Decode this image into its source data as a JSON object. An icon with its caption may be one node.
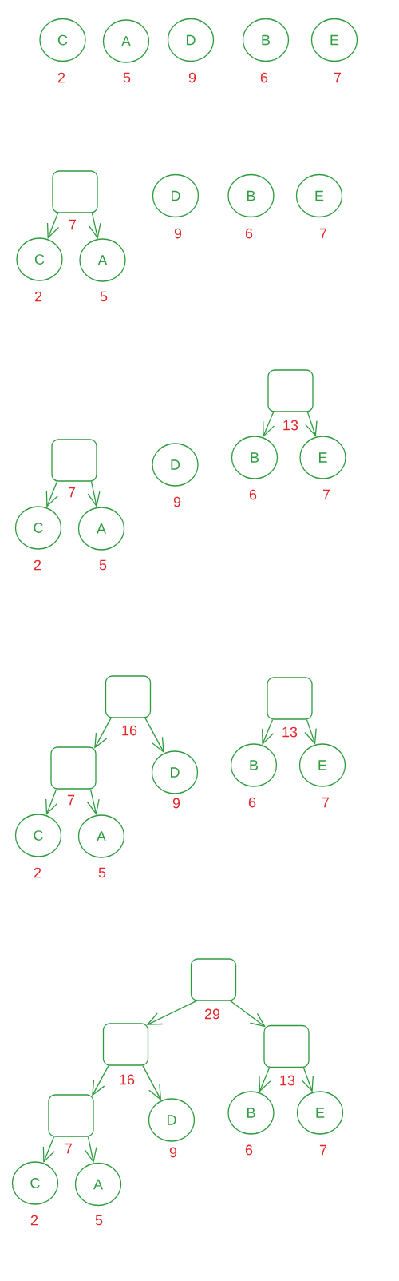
{
  "diagram": {
    "nodes": [
      {
        "text": [
          "C"
        ],
        "beside": [
          "2"
        ]
      },
      {
        "text": [
          "A"
        ],
        "beside": [
          "5"
        ]
      },
      {
        "text": [
          "D"
        ],
        "beside": [
          "9"
        ]
      },
      {
        "text": [
          "B"
        ],
        "beside": [
          "6"
        ]
      },
      {
        "text": [
          "E"
        ],
        "beside": [
          "7"
        ]
      },
      {
        "text": [],
        "shape": "box",
        "beside": [
          "7"
        ]
      },
      {
        "text": [
          "D"
        ],
        "beside": [
          "9"
        ]
      },
      {
        "text": [
          "B"
        ],
        "beside": [
          "6"
        ]
      },
      {
        "text": [
          "E"
        ],
        "beside": [
          "7"
        ]
      },
      {
        "text": [
          "C"
        ],
        "beside": [
          "2"
        ]
      },
      {
        "text": [
          "A"
        ],
        "beside": [
          "5"
        ]
      },
      {
        "text": [],
        "shape": "box",
        "beside": [
          "13"
        ]
      },
      {
        "text": [],
        "shape": "box",
        "beside": [
          "7"
        ]
      },
      {
        "text": [
          "D"
        ],
        "beside": [
          "9"
        ]
      },
      {
        "text": [
          "B"
        ],
        "beside": [
          "6"
        ]
      },
      {
        "text": [
          "E"
        ],
        "beside": [
          "7"
        ]
      },
      {
        "text": [
          "C"
        ],
        "beside": [
          "2"
        ]
      },
      {
        "text": [
          "A"
        ],
        "beside": [
          "5"
        ]
      },
      {
        "text": [],
        "shape": "box",
        "beside": [
          "16"
        ]
      },
      {
        "text": [],
        "shape": "box",
        "beside": [
          "13"
        ]
      },
      {
        "text": [],
        "shape": "box",
        "beside": [
          "7"
        ]
      },
      {
        "text": [
          "D"
        ],
        "beside": [
          "9"
        ]
      },
      {
        "text": [
          "B"
        ],
        "beside": [
          "6"
        ]
      },
      {
        "text": [
          "E"
        ],
        "beside": [
          "7"
        ]
      },
      {
        "text": [
          "C"
        ],
        "beside": [
          "2"
        ]
      },
      {
        "text": [
          "A"
        ],
        "beside": [
          "5"
        ]
      },
      {
        "text": [],
        "shape": "box",
        "beside": [
          "29"
        ]
      },
      {
        "text": [],
        "shape": "box",
        "beside": [
          "16"
        ]
      },
      {
        "text": [],
        "shape": "box",
        "beside": [
          "13"
        ]
      },
      {
        "text": [],
        "shape": "box",
        "beside": [
          "7"
        ]
      },
      {
        "text": [
          "D"
        ],
        "beside": [
          "9"
        ]
      },
      {
        "text": [
          "B"
        ],
        "beside": [
          "6"
        ]
      },
      {
        "text": [
          "E"
        ],
        "beside": [
          "7"
        ]
      },
      {
        "text": [
          "C"
        ],
        "beside": [
          "2"
        ]
      },
      {
        "text": [
          "A"
        ],
        "beside": [
          "5"
        ]
      }
    ],
    "edges": [
      {
        "from": 5,
        "to": 9,
        "arrow": "to"
      },
      {
        "from": 5,
        "to": 10,
        "arrow": "to"
      },
      {
        "from": 11,
        "to": 14,
        "arrow": "to"
      },
      {
        "from": 11,
        "to": 15,
        "arrow": "to"
      },
      {
        "from": 12,
        "to": 16,
        "arrow": "to"
      },
      {
        "from": 12,
        "to": 17,
        "arrow": "to"
      },
      {
        "from": 18,
        "to": 20,
        "arrow": "to"
      },
      {
        "from": 18,
        "to": 21,
        "arrow": "to"
      },
      {
        "from": 19,
        "to": 22,
        "arrow": "to"
      },
      {
        "from": 19,
        "to": 23,
        "arrow": "to"
      },
      {
        "from": 20,
        "to": 24,
        "arrow": "to"
      },
      {
        "from": 20,
        "to": 25,
        "arrow": "to"
      },
      {
        "from": 26,
        "to": 27,
        "arrow": "to"
      },
      {
        "from": 26,
        "to": 28,
        "arrow": "to"
      },
      {
        "from": 27,
        "to": 29,
        "arrow": "to"
      },
      {
        "from": 27,
        "to": 30,
        "arrow": "to"
      },
      {
        "from": 28,
        "to": 31,
        "arrow": "to"
      },
      {
        "from": 28,
        "to": 32,
        "arrow": "to"
      },
      {
        "from": 29,
        "to": 33,
        "arrow": "to"
      },
      {
        "from": 29,
        "to": 34,
        "arrow": "to"
      }
    ]
  }
}
